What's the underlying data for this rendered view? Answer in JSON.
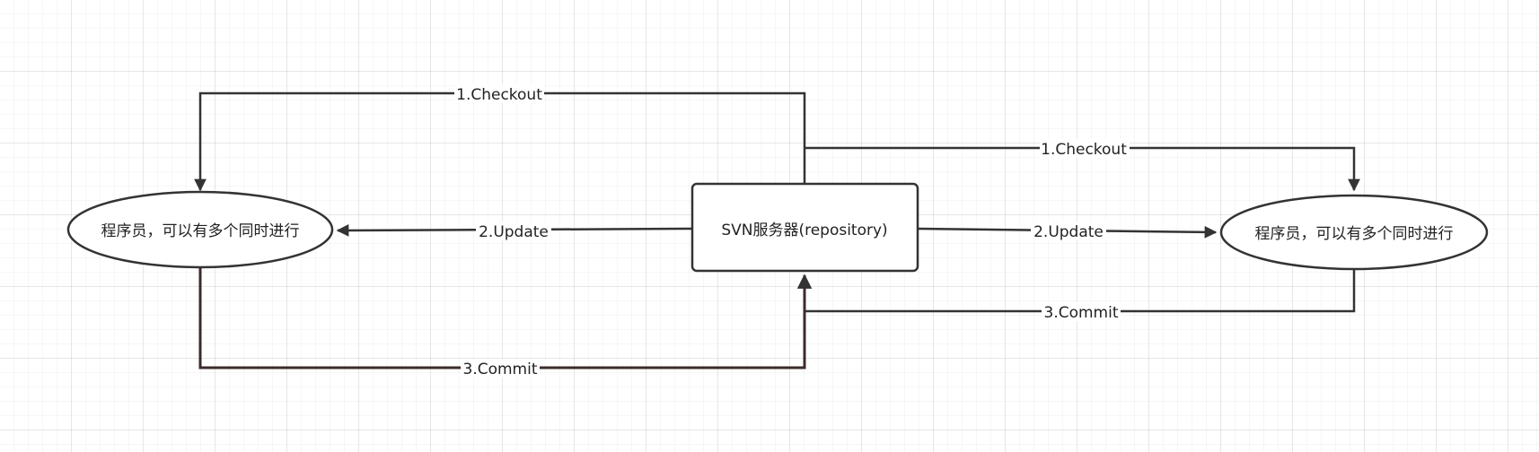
{
  "nodes": {
    "left_programmer": {
      "label": "程序员，可以有多个同时进行"
    },
    "server": {
      "label": "SVN服务器(repository)"
    },
    "right_programmer": {
      "label": "程序员，可以有多个同时进行"
    }
  },
  "edges": {
    "checkout_left": {
      "label": "1.Checkout"
    },
    "update_left": {
      "label": "2.Update"
    },
    "commit_left": {
      "label": "3.Commit"
    },
    "checkout_right": {
      "label": "1.Checkout"
    },
    "update_right": {
      "label": "2.Update"
    },
    "commit_right": {
      "label": "3.Commit"
    }
  },
  "colors": {
    "stroke": "#333333",
    "commit_left_stroke": "#3d2b2b",
    "text": "#222222",
    "background": "#ffffff"
  }
}
